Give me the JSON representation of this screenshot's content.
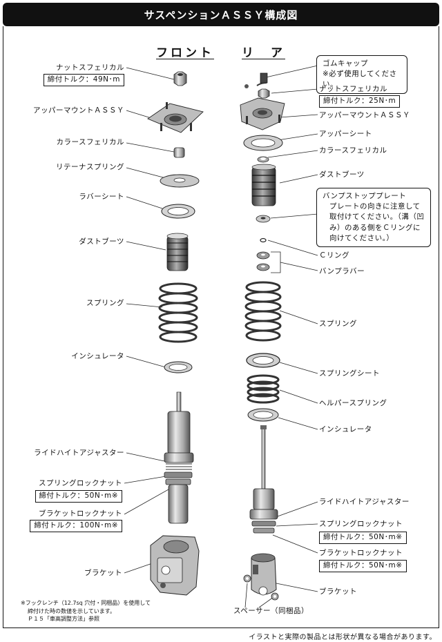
{
  "header": {
    "title": "サスペンションＡＳＳＹ構成図"
  },
  "front": {
    "heading": "フロント",
    "parts": {
      "nut": "ナットスフェリカル",
      "nut_torque": "締付トルク：49N･m",
      "upper_mount": "アッパーマウントＡＳＳＹ",
      "collar": "カラースフェリカル",
      "retainer": "リテーナスプリング",
      "rubber_seat": "ラバーシート",
      "dust_boot": "ダストブーツ",
      "spring": "スプリング",
      "insulator": "インシュレータ",
      "ride_height": "ライドハイトアジャスター",
      "spring_lock_nut": "スプリングロックナット",
      "spring_lock_torque": "締付トルク：50N･m※",
      "bracket_lock_nut": "ブラケットロックナット",
      "bracket_lock_torque": "締付トルク：100N･m※",
      "bracket": "ブラケット"
    }
  },
  "rear": {
    "heading": "リ　ア",
    "parts": {
      "rubber_cap": "ゴムキャップ",
      "rubber_cap_note": "※必ず使用してください。",
      "nut": "ナットスフェリカル",
      "nut_torque": "締付トルク：25N･m",
      "upper_mount": "アッパーマウントＡＳＳＹ",
      "upper_seat": "アッパーシート",
      "collar": "カラースフェリカル",
      "dust_boot": "ダストブーツ",
      "bump_plate": "バンプストッププレート",
      "bump_plate_note": "プレートの向きに注意して取付けてください。（溝（凹み）のある側をＣリングに向けてください。）",
      "c_ring": "Ｃリング",
      "bump_rubber": "バンプラバー",
      "spring": "スプリング",
      "spring_seat": "スプリングシート",
      "helper_spring": "ヘルパースプリング",
      "insulator": "インシュレータ",
      "ride_height": "ライドハイトアジャスター",
      "spring_lock_nut": "スプリングロックナット",
      "spring_lock_torque": "締付トルク：50N･m※",
      "bracket_lock_nut": "ブラケットロックナット",
      "bracket_lock_torque": "締付トルク：50N･m※",
      "bracket": "ブラケット",
      "spacer": "スペーサー（同梱品）"
    }
  },
  "footnote": {
    "line1": "※フックレンチ（12.7sq 穴付・同梱品）を使用して",
    "line2": "締付けた時の数値を示しています。",
    "line3": "Ｐ１５「車高調整方法」参照"
  },
  "disclaimer": "イラストと実際の製品とは形状が異なる場合があります。"
}
